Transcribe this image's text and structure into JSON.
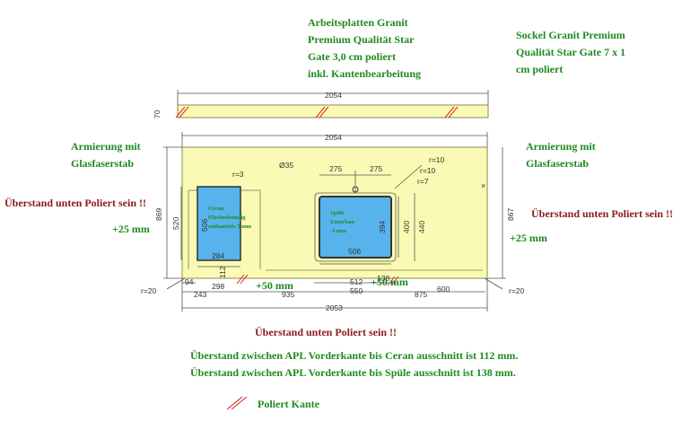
{
  "notes": {
    "worktop_title": [
      "Arbeitsplatten Granit",
      "Premium Qualität Star",
      "Gate 3,0 cm poliert",
      "inkl. Kantenbearbeitung"
    ],
    "plinth_title": [
      "Sockel Granit Premium",
      "Qualität Star Gate 7 x 1",
      "cm poliert"
    ],
    "reinforcement_left": [
      "Armierung mit",
      "Glasfaserstab"
    ],
    "reinforcement_right": [
      "Armierung mit",
      "Glasfaserstab"
    ],
    "overhang_left": "Überstand unten Poliert sein !!",
    "overhang_right": "Überstand unten Poliert sein !!",
    "overhang_bottom": "Überstand unten Poliert sein !!",
    "plus25_left": "+25 mm",
    "plus25_right": "+25 mm",
    "plus50_left": "+50 mm",
    "plus50_right": "+50 mm",
    "ceran_distance": "Überstand zwischen APL Vorderkante bis Ceran ausschnitt ist 112 mm.",
    "sink_distance": "Überstand zwischen APL Vorderkante bis Spüle ausschnitt ist 138 mm.",
    "legend_polished": "Poliert Kante"
  },
  "cutouts": {
    "ceran": [
      "Ceran",
      "Flächenbündig",
      "einbautiefe 5 mm"
    ],
    "sink": [
      "Spüle",
      "Unterbau",
      "-3 mm"
    ]
  },
  "dimensions": {
    "plinth_width": "2054",
    "plinth_height": "70",
    "top_width": "2054",
    "left_height": "869",
    "right_height": "867",
    "hob_width": "284",
    "hob_height": "506",
    "hob_corner": "r=3",
    "hob_offset_y": "520",
    "hob_offset_x": "94",
    "hob_depth": "112",
    "hob_to_gap": "298",
    "left_to_hob": "243",
    "front_935": "935",
    "sink_width": "506",
    "sink_height": "394",
    "sink_400": "400",
    "sink_440": "440",
    "sink_512": "512",
    "sink_550": "550",
    "sink_half_a": "275",
    "sink_half_b": "275",
    "tap_hole": "Ø35",
    "r10a": "r=10",
    "r10b": "r=10",
    "r7": "r=7",
    "front_875": "875",
    "front_600": "600",
    "bottom_width": "2053",
    "corner_left": "r=20",
    "corner_right": "r=20",
    "sink_depth": "138"
  }
}
